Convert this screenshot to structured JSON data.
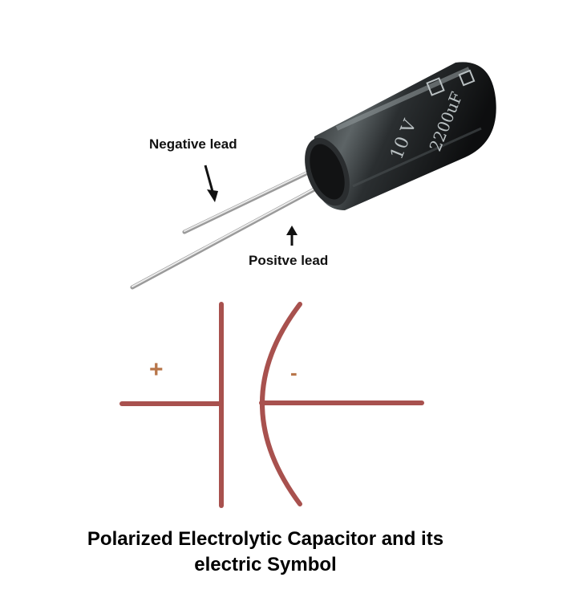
{
  "diagram": {
    "photo_labels": {
      "negative_lead": "Negative lead",
      "positive_lead": "Positve lead"
    },
    "capacitor_body_marking": "10 V 2200uF",
    "symbol": {
      "plus": "+",
      "minus": "-",
      "stroke_color": "#a8514e"
    },
    "caption": {
      "line1": "Polarized Electrolytic Capacitor and its",
      "line2": "electric Symbol"
    }
  }
}
